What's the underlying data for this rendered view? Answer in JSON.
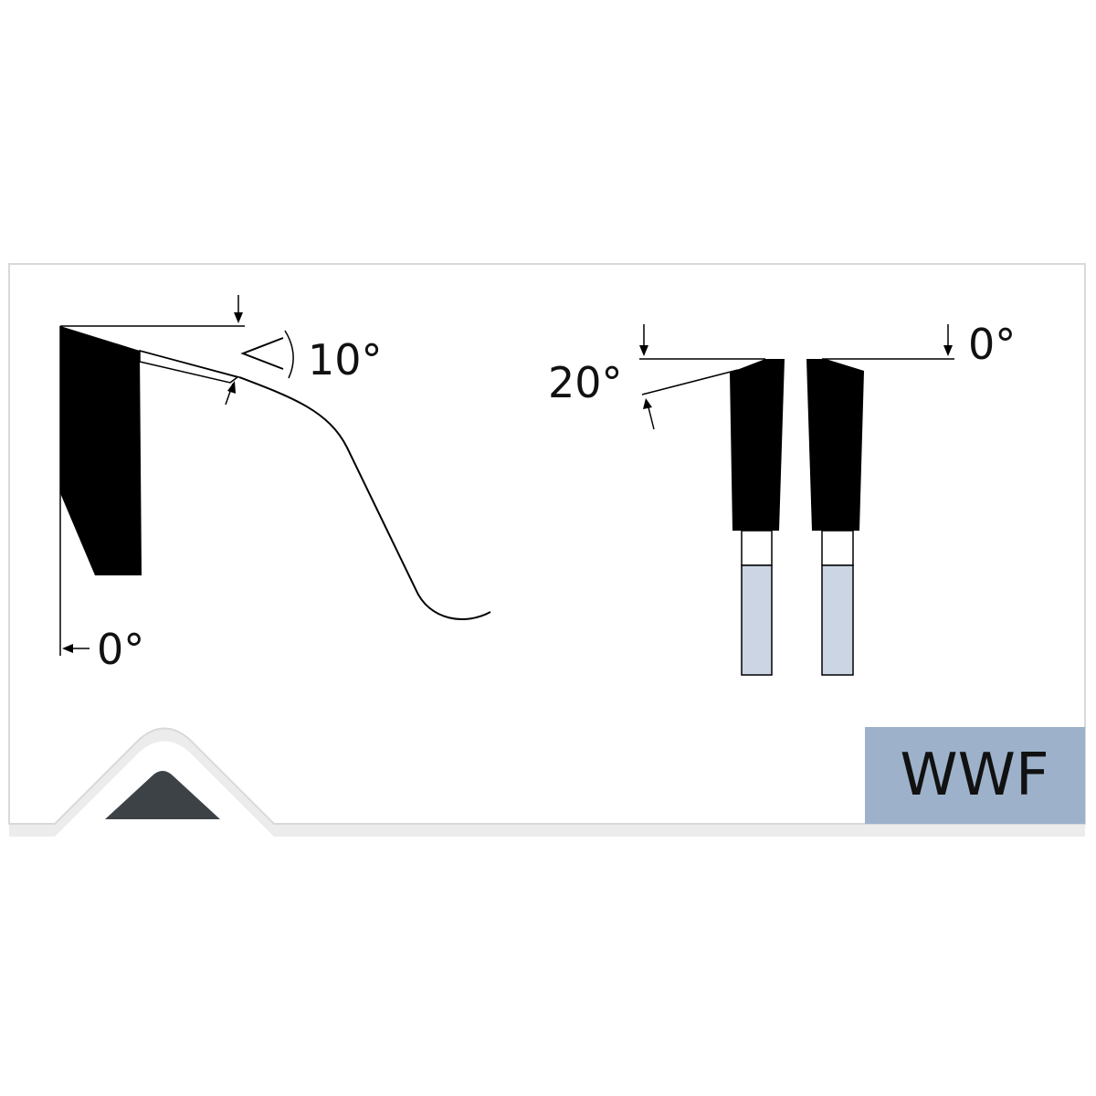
{
  "diagram": {
    "side_view": {
      "clearance_angle": "10°",
      "hook_angle": "0°"
    },
    "front_view": {
      "top_bevel_angle": "20°",
      "top_angle": "0°"
    },
    "badge": {
      "label": "WWF"
    }
  },
  "colors": {
    "ink": "#000000",
    "card_border": "#d9d9d9",
    "badge_bg": "#9db2ca",
    "carbide_blue": "#cbd5e3",
    "logo_dark": "#3d4247"
  },
  "icons": {
    "corner_mark": "triangle-logo-icon"
  }
}
